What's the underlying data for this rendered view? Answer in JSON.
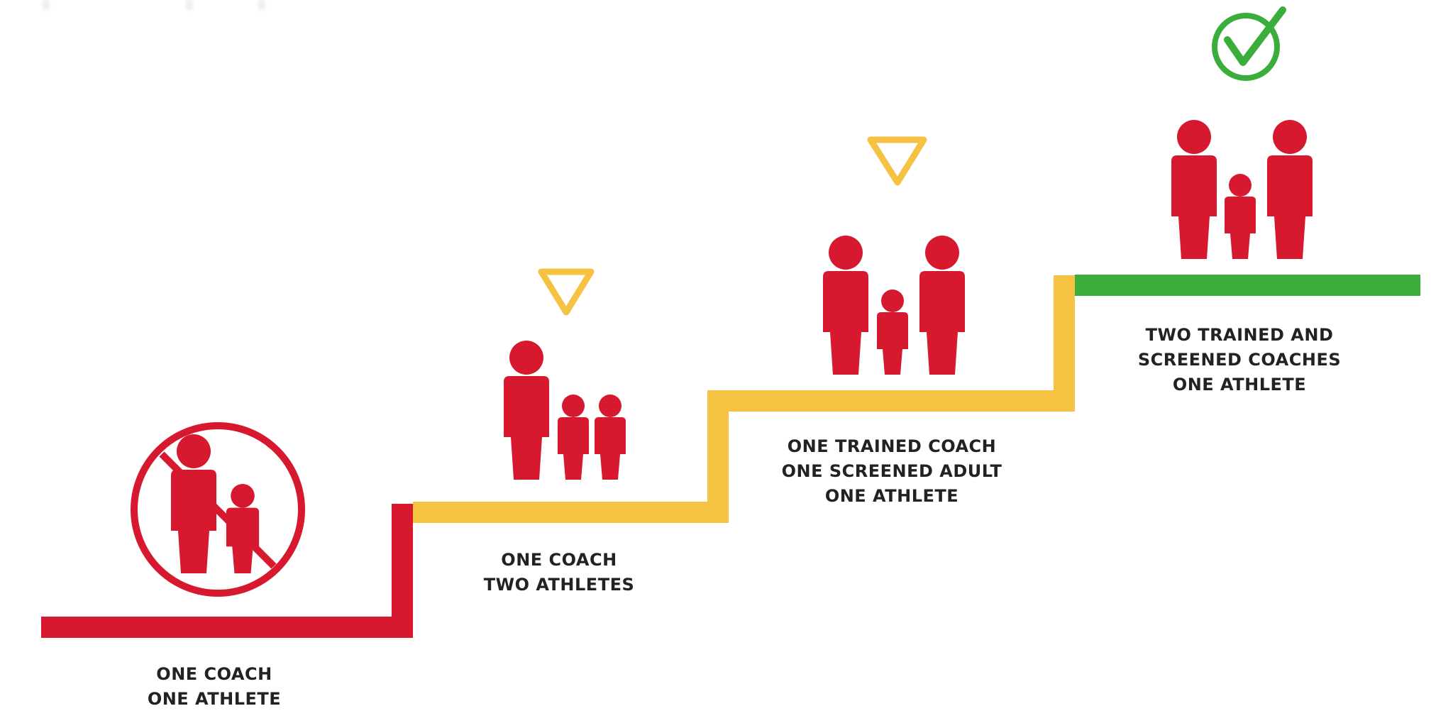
{
  "diagram": {
    "title": "",
    "colors": {
      "red": "#d7192f",
      "yellow": "#f5c242",
      "green": "#3aad3a",
      "text": "#222222"
    },
    "steps": [
      {
        "id": "step-1",
        "status": "not-allowed",
        "marker": "prohibited-sign-icon",
        "figures": "one adult, one child (crossed out)",
        "line_color": "red",
        "label_lines": [
          "ONE COACH",
          "ONE ATHLETE"
        ]
      },
      {
        "id": "step-2",
        "status": "caution",
        "marker": "yield-triangle-icon",
        "figures": "one adult, two children",
        "line_color": "yellow",
        "label_lines": [
          "ONE COACH",
          "TWO ATHLETES"
        ]
      },
      {
        "id": "step-3",
        "status": "caution",
        "marker": "yield-triangle-icon",
        "figures": "two adults, one child",
        "line_color": "yellow",
        "label_lines": [
          "ONE TRAINED COACH",
          "ONE SCREENED ADULT",
          "ONE ATHLETE"
        ]
      },
      {
        "id": "step-4",
        "status": "approved",
        "marker": "green-checkmark-icon",
        "figures": "two adults, one child",
        "line_color": "green",
        "label_lines": [
          "TWO TRAINED AND",
          "SCREENED COACHES",
          "ONE ATHLETE"
        ]
      }
    ]
  }
}
